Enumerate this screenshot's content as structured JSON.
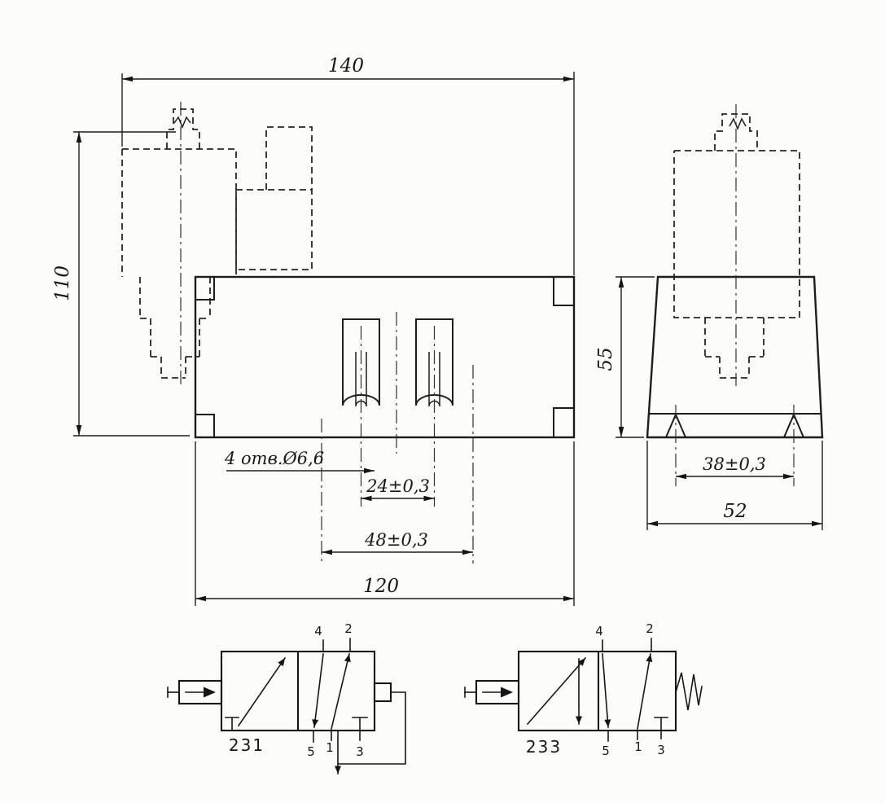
{
  "drawing": {
    "front_view": {
      "dim_top_width": "140",
      "dim_height": "110",
      "holes_note": "4 отв.Ø6,6",
      "dim_slot_spacing": "24±0,3",
      "dim_hole_spacing": "48±0,3",
      "dim_bottom_width": "120"
    },
    "side_view": {
      "dim_height": "55",
      "dim_groove_spacing": "38±0,3",
      "dim_depth": "52"
    },
    "valve_231": {
      "label": "231",
      "port_4": "4",
      "port_2": "2",
      "port_5": "5",
      "port_1": "1",
      "port_3": "3"
    },
    "valve_233": {
      "label": "233",
      "port_4": "4",
      "port_2": "2",
      "port_5": "5",
      "port_1": "1",
      "port_3": "3"
    },
    "line_color": "#1d1d1d",
    "background": "#fcfcfb"
  }
}
